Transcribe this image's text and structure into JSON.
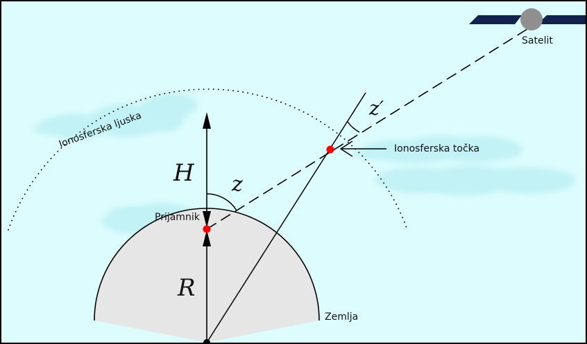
{
  "labels": {
    "satellite": "Satelit",
    "ionospheric_point": "Ionosferska točka",
    "ionospheric_shell": "Ionosferska ljuska",
    "receiver": "Prijamnik",
    "earth": "Zemlja"
  },
  "symbols": {
    "height": "H",
    "radius": "R",
    "zenith_angle": "z",
    "zenith_angle_prime": "z′"
  },
  "colors": {
    "background": "#dcfcfd",
    "clouds": "#c2f2f5",
    "earth_fill": "#e6e6e6",
    "satellite_panels": "#13214d",
    "satellite_body": "#8f8f8f",
    "points": "#ff0000",
    "lines": "#000000"
  }
}
